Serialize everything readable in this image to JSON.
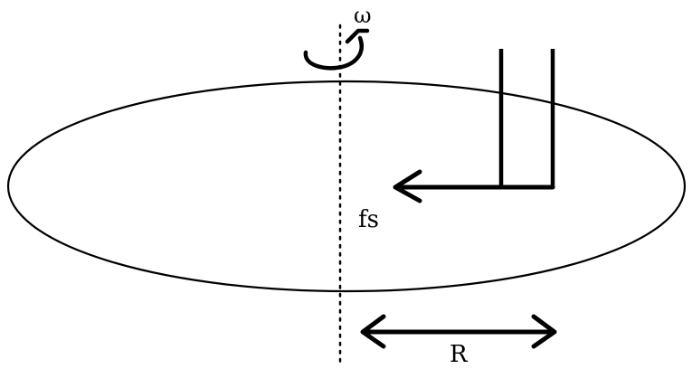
{
  "labels": {
    "omega": "ω",
    "friction_force": "fs",
    "radius": "R"
  },
  "colors": {
    "stroke": "#000000",
    "background": "#ffffff"
  }
}
